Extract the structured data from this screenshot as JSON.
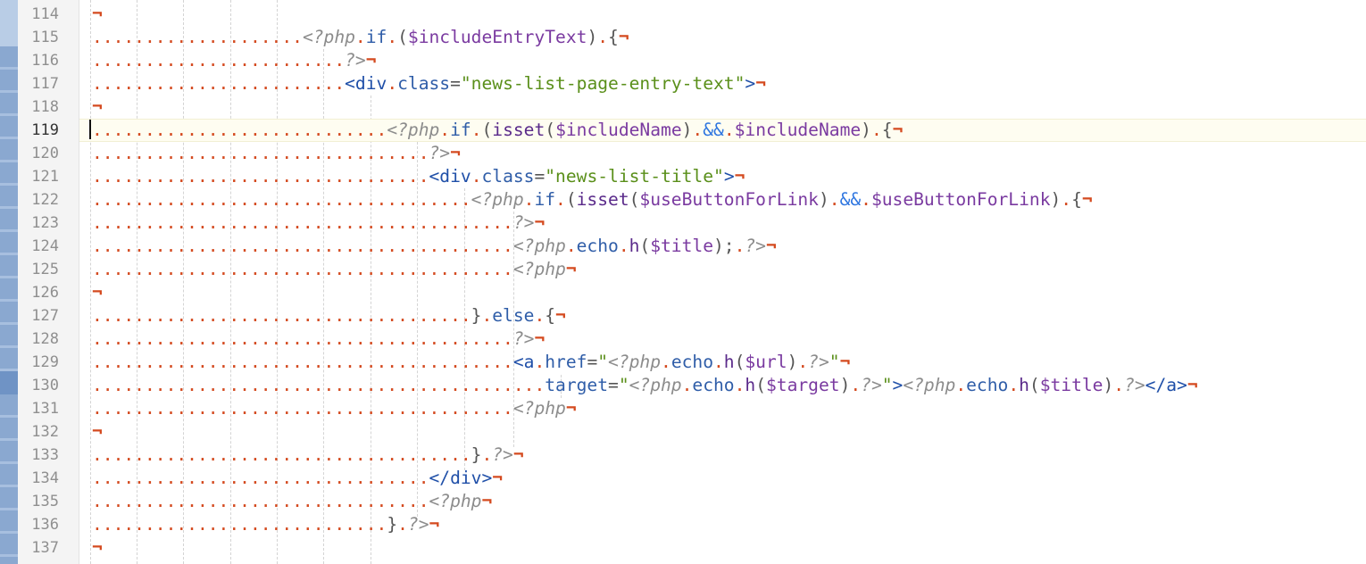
{
  "editor": {
    "lines": [
      {
        "no": "114",
        "segs": []
      },
      {
        "no": "115",
        "segs": [
          [
            "ws",
            "...................."
          ],
          [
            "php",
            "<?php"
          ],
          [
            "ws",
            "."
          ],
          [
            "kw",
            "if"
          ],
          [
            "ws",
            "."
          ],
          [
            "punc",
            "("
          ],
          [
            "var",
            "$includeEntryText"
          ],
          [
            "punc",
            ")"
          ],
          [
            "ws",
            "."
          ],
          [
            "punc",
            "{"
          ]
        ]
      },
      {
        "no": "116",
        "segs": [
          [
            "ws",
            "........................"
          ],
          [
            "php",
            "?>"
          ]
        ]
      },
      {
        "no": "117",
        "segs": [
          [
            "ws",
            "........................"
          ],
          [
            "tag",
            "<div"
          ],
          [
            "ws",
            "."
          ],
          [
            "kw",
            "class"
          ],
          [
            "punc",
            "="
          ],
          [
            "str",
            "\"news-list-page-entry-text\""
          ],
          [
            "tag",
            ">"
          ]
        ]
      },
      {
        "no": "118",
        "segs": []
      },
      {
        "no": "119",
        "segs": [
          [
            "ws",
            "............................"
          ],
          [
            "php",
            "<?php"
          ],
          [
            "ws",
            "."
          ],
          [
            "kw",
            "if"
          ],
          [
            "ws",
            "."
          ],
          [
            "punc",
            "("
          ],
          [
            "fn",
            "isset"
          ],
          [
            "punc",
            "("
          ],
          [
            "var",
            "$includeName"
          ],
          [
            "punc",
            ")"
          ],
          [
            "ws",
            "."
          ],
          [
            "op",
            "&&"
          ],
          [
            "ws",
            "."
          ],
          [
            "var",
            "$includeName"
          ],
          [
            "punc",
            ")"
          ],
          [
            "ws",
            "."
          ],
          [
            "punc",
            "{"
          ]
        ]
      },
      {
        "no": "120",
        "segs": [
          [
            "ws",
            "................................"
          ],
          [
            "php",
            "?>"
          ]
        ]
      },
      {
        "no": "121",
        "segs": [
          [
            "ws",
            "................................"
          ],
          [
            "tag",
            "<div"
          ],
          [
            "ws",
            "."
          ],
          [
            "kw",
            "class"
          ],
          [
            "punc",
            "="
          ],
          [
            "str",
            "\"news-list-title\""
          ],
          [
            "tag",
            ">"
          ]
        ]
      },
      {
        "no": "122",
        "segs": [
          [
            "ws",
            "...................................."
          ],
          [
            "php",
            "<?php"
          ],
          [
            "ws",
            "."
          ],
          [
            "kw",
            "if"
          ],
          [
            "ws",
            "."
          ],
          [
            "punc",
            "("
          ],
          [
            "fn",
            "isset"
          ],
          [
            "punc",
            "("
          ],
          [
            "var",
            "$useButtonForLink"
          ],
          [
            "punc",
            ")"
          ],
          [
            "ws",
            "."
          ],
          [
            "op",
            "&&"
          ],
          [
            "ws",
            "."
          ],
          [
            "var",
            "$useButtonForLink"
          ],
          [
            "punc",
            ")"
          ],
          [
            "ws",
            "."
          ],
          [
            "punc",
            "{"
          ]
        ]
      },
      {
        "no": "123",
        "segs": [
          [
            "ws",
            "........................................"
          ],
          [
            "php",
            "?>"
          ]
        ]
      },
      {
        "no": "124",
        "segs": [
          [
            "ws",
            "........................................"
          ],
          [
            "php",
            "<?php"
          ],
          [
            "ws",
            "."
          ],
          [
            "kw",
            "echo"
          ],
          [
            "ws",
            "."
          ],
          [
            "fn",
            "h"
          ],
          [
            "punc",
            "("
          ],
          [
            "var",
            "$title"
          ],
          [
            "punc",
            ");"
          ],
          [
            "ws",
            "."
          ],
          [
            "php",
            "?>"
          ]
        ]
      },
      {
        "no": "125",
        "segs": [
          [
            "ws",
            "........................................"
          ],
          [
            "php",
            "<?php"
          ]
        ]
      },
      {
        "no": "126",
        "segs": []
      },
      {
        "no": "127",
        "segs": [
          [
            "ws",
            "...................................."
          ],
          [
            "punc",
            "}"
          ],
          [
            "ws",
            "."
          ],
          [
            "kw",
            "else"
          ],
          [
            "ws",
            "."
          ],
          [
            "punc",
            "{"
          ]
        ]
      },
      {
        "no": "128",
        "segs": [
          [
            "ws",
            "........................................"
          ],
          [
            "php",
            "?>"
          ]
        ]
      },
      {
        "no": "129",
        "segs": [
          [
            "ws",
            "........................................"
          ],
          [
            "tag",
            "<a"
          ],
          [
            "ws",
            "."
          ],
          [
            "kw",
            "href"
          ],
          [
            "punc",
            "="
          ],
          [
            "str",
            "\""
          ],
          [
            "php",
            "<?php"
          ],
          [
            "ws",
            "."
          ],
          [
            "kw",
            "echo"
          ],
          [
            "ws",
            "."
          ],
          [
            "fn",
            "h"
          ],
          [
            "punc",
            "("
          ],
          [
            "var",
            "$url"
          ],
          [
            "punc",
            ")"
          ],
          [
            "ws",
            "."
          ],
          [
            "php",
            "?>"
          ],
          [
            "str",
            "\""
          ]
        ]
      },
      {
        "no": "130",
        "segs": [
          [
            "ws",
            "..........................................."
          ],
          [
            "kw",
            "target"
          ],
          [
            "punc",
            "="
          ],
          [
            "str",
            "\""
          ],
          [
            "php",
            "<?php"
          ],
          [
            "ws",
            "."
          ],
          [
            "kw",
            "echo"
          ],
          [
            "ws",
            "."
          ],
          [
            "fn",
            "h"
          ],
          [
            "punc",
            "("
          ],
          [
            "var",
            "$target"
          ],
          [
            "punc",
            ")"
          ],
          [
            "ws",
            "."
          ],
          [
            "php",
            "?>"
          ],
          [
            "str",
            "\""
          ],
          [
            "tag",
            ">"
          ],
          [
            "php",
            "<?php"
          ],
          [
            "ws",
            "."
          ],
          [
            "kw",
            "echo"
          ],
          [
            "ws",
            "."
          ],
          [
            "fn",
            "h"
          ],
          [
            "punc",
            "("
          ],
          [
            "var",
            "$title"
          ],
          [
            "punc",
            ")"
          ],
          [
            "ws",
            "."
          ],
          [
            "php",
            "?>"
          ],
          [
            "tag",
            "</a>"
          ]
        ]
      },
      {
        "no": "131",
        "segs": [
          [
            "ws",
            "........................................"
          ],
          [
            "php",
            "<?php"
          ]
        ]
      },
      {
        "no": "132",
        "segs": []
      },
      {
        "no": "133",
        "segs": [
          [
            "ws",
            "...................................."
          ],
          [
            "punc",
            "}"
          ],
          [
            "ws",
            "."
          ],
          [
            "php",
            "?>"
          ]
        ]
      },
      {
        "no": "134",
        "segs": [
          [
            "ws",
            "................................"
          ],
          [
            "tag",
            "</div>"
          ]
        ]
      },
      {
        "no": "135",
        "segs": [
          [
            "ws",
            "................................"
          ],
          [
            "php",
            "<?php"
          ]
        ]
      },
      {
        "no": "136",
        "segs": [
          [
            "ws",
            "............................"
          ],
          [
            "punc",
            "}"
          ],
          [
            "ws",
            "."
          ],
          [
            "php",
            "?>"
          ]
        ]
      },
      {
        "no": "137",
        "segs": []
      }
    ],
    "current_line": "119",
    "newline_mark": "¬"
  }
}
